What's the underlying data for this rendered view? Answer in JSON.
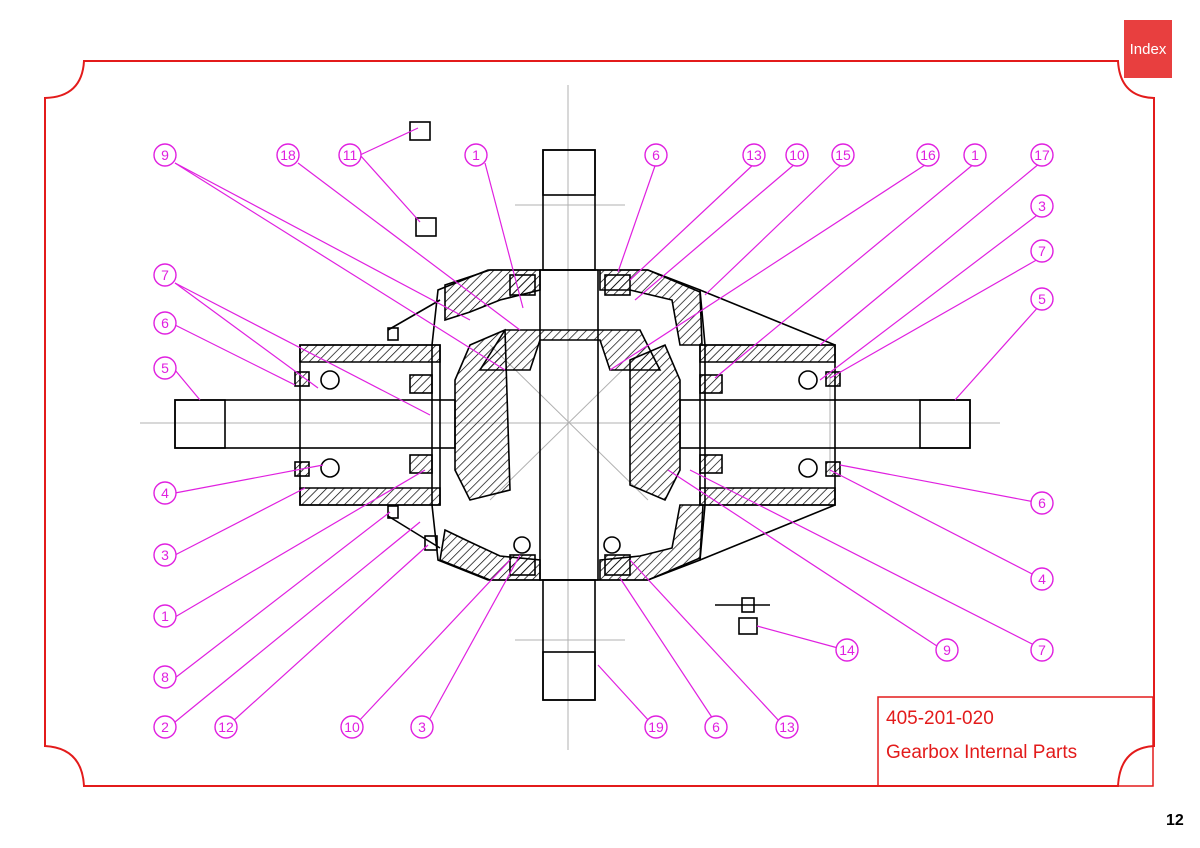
{
  "index_button": {
    "label": "Index"
  },
  "page_number": "12",
  "title_block": {
    "part_number": "405-201-020",
    "title": "Gearbox Internal Parts"
  },
  "callouts": [
    "9",
    "18",
    "11",
    "1",
    "6",
    "13",
    "10",
    "15",
    "16",
    "1",
    "17",
    "3",
    "7",
    "5",
    "7",
    "6",
    "5",
    "4",
    "3",
    "1",
    "8",
    "2",
    "12",
    "10",
    "3",
    "19",
    "6",
    "13",
    "14",
    "9",
    "7",
    "4",
    "6"
  ],
  "colors": {
    "frame": "#e31b1b",
    "callout": "#e020e0",
    "drawing": "#000000",
    "centerline": "#b0b0b0",
    "index_bg": "#e83f3f"
  }
}
